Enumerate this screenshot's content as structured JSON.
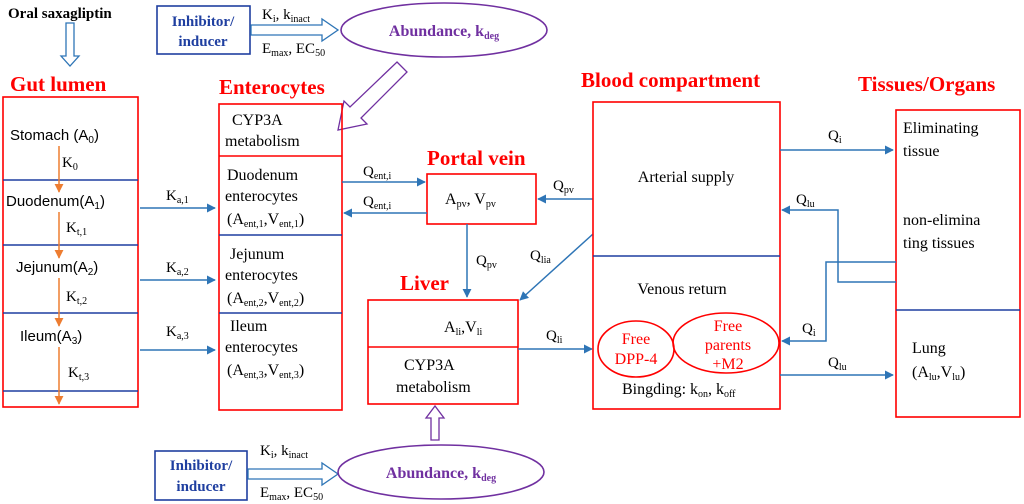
{
  "header": {
    "oral_drug": "Oral saxagliptin"
  },
  "inhibitor_top": {
    "label_line1": "Inhibitor/",
    "label_line2": "inducer",
    "ki": "K",
    "ki_sub": "i",
    "sep": ", k",
    "kinact_sub": "inact",
    "emax": "E",
    "emax_sub": "max",
    "ec": ", EC",
    "ec_sub": "50",
    "abundance": "Abundance, k",
    "abundance_sub": "deg"
  },
  "inhibitor_bottom": {
    "label_line1": "Inhibitor/",
    "label_line2": "inducer",
    "ki": "K",
    "ki_sub": "i",
    "sep": ", k",
    "kinact_sub": "inact",
    "emax": "E",
    "emax_sub": "max",
    "ec": ", EC",
    "ec_sub": "50",
    "abundance": "Abundance, k",
    "abundance_sub": "deg"
  },
  "titles": {
    "gut": "Gut lumen",
    "enterocytes": "Enterocytes",
    "portal": "Portal vein",
    "liver": "Liver",
    "blood": "Blood compartment",
    "tissues": "Tissues/Organs"
  },
  "gut": {
    "stomach": "Stomach (A",
    "stomach_sub": "0",
    "duodenum": "Duodenum(A",
    "duodenum_sub": "1",
    "jejunum": "Jejunum(A",
    "jejunum_sub": "2",
    "ileum": "Ileum(A",
    "ileum_sub": "3",
    "k0": "K",
    "k0_sub": "0",
    "kt1": "K",
    "kt1_sub": "t,1",
    "kt2": "K",
    "kt2_sub": "t,2",
    "kt3": "K",
    "kt3_sub": "t,3"
  },
  "absorption": {
    "ka1": "K",
    "ka1_sub": "a,1",
    "ka2": "K",
    "ka2_sub": "a,2",
    "ka3": "K",
    "ka3_sub": "a,3"
  },
  "enterocytes": {
    "cyp_line1": "CYP3A",
    "cyp_line2": "metabolism",
    "duo_line1": "Duodenum",
    "duo_line2": "enterocytes",
    "duo_a": "(A",
    "duo_a_sub": "ent,1",
    "duo_v": ",V",
    "duo_v_sub": "ent,1",
    "duo_close": ")",
    "jej_line1": "Jejunum",
    "jej_line2": "enterocytes",
    "jej_a": "(A",
    "jej_a_sub": "ent,2",
    "jej_v": ",V",
    "jej_v_sub": "ent,2",
    "jej_close": ")",
    "ile_line1": "Ileum",
    "ile_line2": "enterocytes",
    "ile_a": "(A",
    "ile_a_sub": "ent,3",
    "ile_v": ",V",
    "ile_v_sub": "ent,3",
    "ile_close": ")"
  },
  "portal": {
    "apv": "A",
    "apv_sub": "pv",
    "vpv": ", V",
    "vpv_sub": "pv",
    "qent_out": "Q",
    "qent_out_sub": "ent,i",
    "qent_in": "Q",
    "qent_in_sub": "ent,i",
    "qpv_blood": "Q",
    "qpv_blood_sub": "pv",
    "qpv_liver": "Q",
    "qpv_liver_sub": "pv",
    "qlia": "Q",
    "qlia_sub": "lia"
  },
  "liver": {
    "ali": "A",
    "ali_sub": "li",
    "vli": ",V",
    "vli_sub": "li",
    "cyp_line1": "CYP3A",
    "cyp_line2": "metabolism",
    "qli": "Q",
    "qli_sub": "li"
  },
  "blood": {
    "arterial": "Arterial supply",
    "venous": "Venous return",
    "free_dpp_line1": "Free",
    "free_dpp_line2": "DPP-4",
    "free_par_line1": "Free",
    "free_par_line2": "parents",
    "free_par_line3": "+M2",
    "binding": "Bingding:  k",
    "kon_sub": "on",
    "koff": ",  k",
    "koff_sub": "off"
  },
  "tissues": {
    "elim_line1": "Eliminating",
    "elim_line2": "tissue",
    "nonelim_line1": "non-elimina",
    "nonelim_line2": "ting tissues",
    "lung_line1": "Lung",
    "lung_a": "(A",
    "lung_a_sub": "lu",
    "lung_v": ",V",
    "lung_v_sub": "lu",
    "lung_close": ")",
    "qi_out": "Q",
    "qi_out_sub": "i",
    "qlu_back": "Q",
    "qlu_back_sub": "lu",
    "qi_back": "Q",
    "qi_back_sub": "i",
    "qlu_out": "Q",
    "qlu_out_sub": "lu"
  }
}
